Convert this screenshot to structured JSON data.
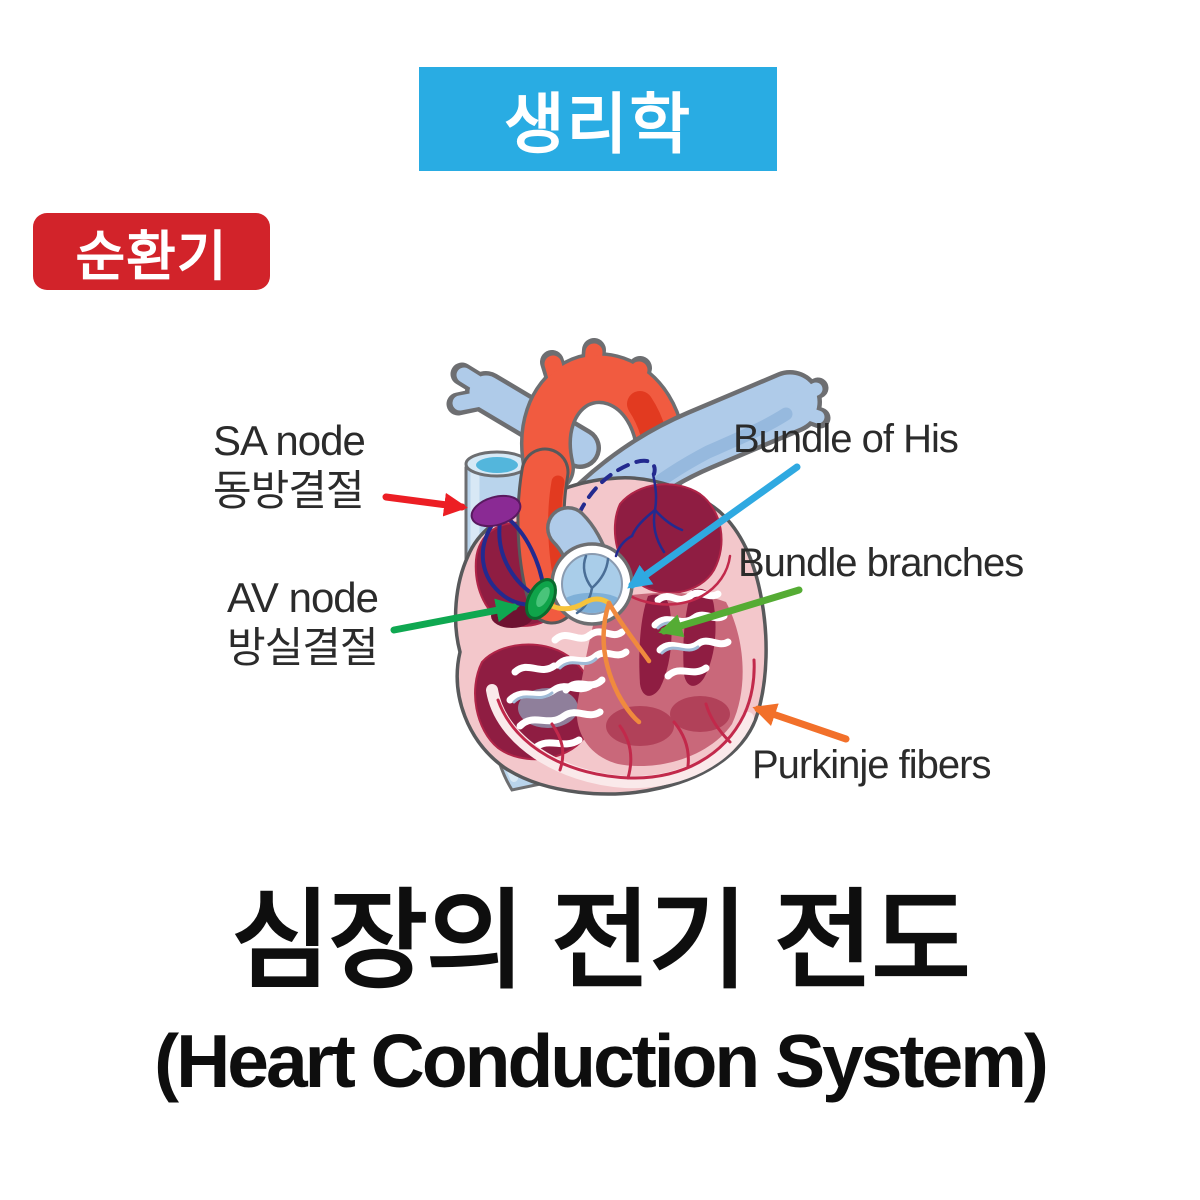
{
  "colors": {
    "accent_blue": "#29ACE3",
    "accent_red": "#D2232A",
    "arrow_red": "#EC1E24",
    "arrow_green": "#0FA851",
    "arrow_blue": "#2FA9E1",
    "arrow_green2": "#55AC34",
    "arrow_orange": "#F2702A"
  },
  "badges": {
    "subject": "생리학",
    "category": "순환기"
  },
  "diagram": {
    "labels": {
      "sa_node_en": "SA node",
      "sa_node_ko": "동방결절",
      "av_node_en": "AV node",
      "av_node_ko": "방실결절",
      "bundle_of_his": "Bundle of His",
      "bundle_branches": "Bundle branches",
      "purkinje_fibers": "Purkinje fibers"
    }
  },
  "title": {
    "ko": "심장의 전기 전도",
    "en": "(Heart Conduction System)"
  }
}
